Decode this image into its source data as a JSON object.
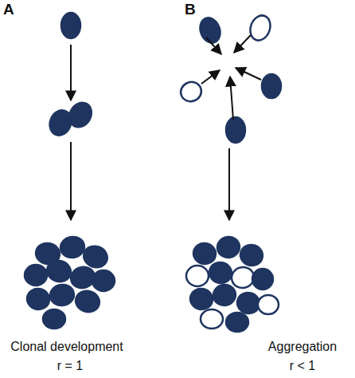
{
  "diagram": {
    "labels": [
      "A",
      "B",
      "Clonal development",
      "r = 1",
      "Aggregation",
      "r < 1"
    ]
  }
}
